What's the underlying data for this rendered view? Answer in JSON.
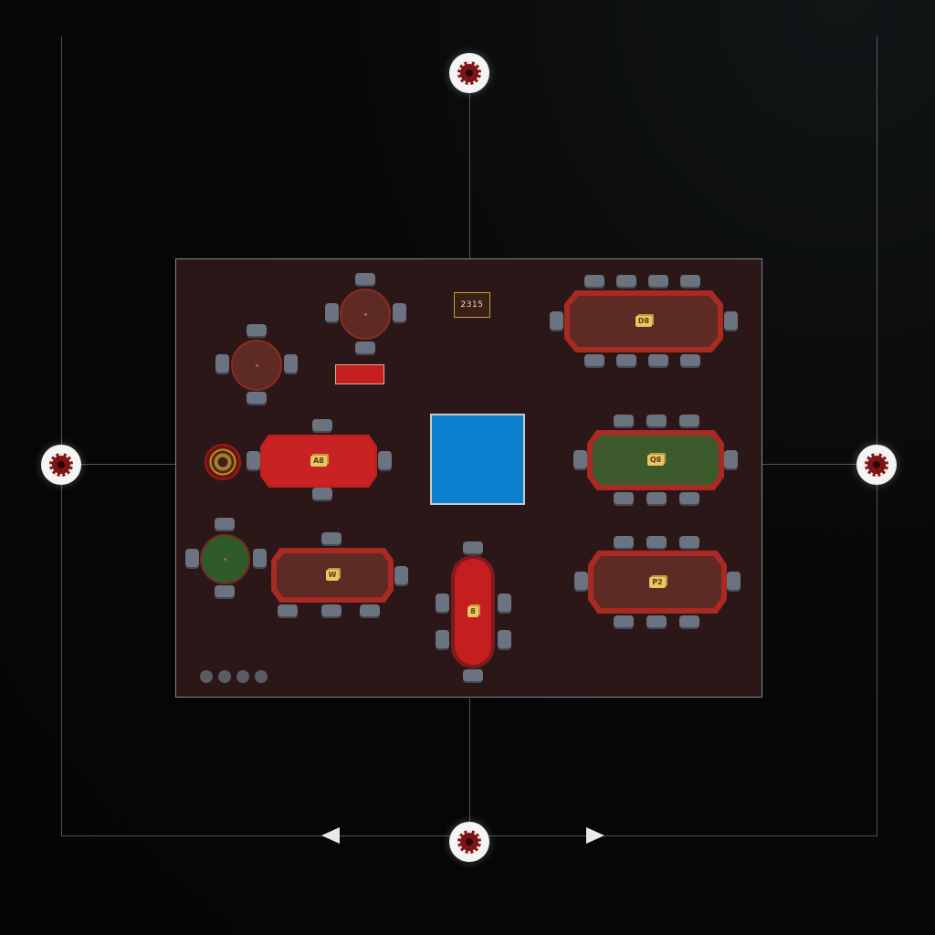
{
  "floor": {
    "sign_text": "2315",
    "colors": {
      "floor": "#2c1718",
      "table_rim": "#a82a22",
      "felt_brown": "#5e2a24",
      "felt_green": "#3d5a2c",
      "felt_red": "#c51e1e",
      "seat": "#6b7280",
      "card_gold": "#e7c766",
      "blue_zone": "#0a80cf",
      "wire": "#6b6e72"
    },
    "tables": [
      {
        "id": "poker-top-right",
        "card_label": "D8"
      },
      {
        "id": "poker-mid-right",
        "card_label": "Q8"
      },
      {
        "id": "poker-bottom-right",
        "card_label": "P2"
      },
      {
        "id": "red-mid-left",
        "card_label": "A8"
      },
      {
        "id": "brown-bottom-left",
        "card_label": "W"
      },
      {
        "id": "red-center-vertical",
        "card_label": "8"
      }
    ],
    "pagination": {
      "total": 4,
      "active": 0
    }
  },
  "nav": {
    "top_node_icon": "chip-icon",
    "left_node_icon": "chip-icon",
    "right_node_icon": "chip-icon",
    "bottom_node_icon": "chip-icon",
    "arrow_left_icon": "arrow-left-icon",
    "arrow_right_icon": "arrow-right-icon"
  }
}
